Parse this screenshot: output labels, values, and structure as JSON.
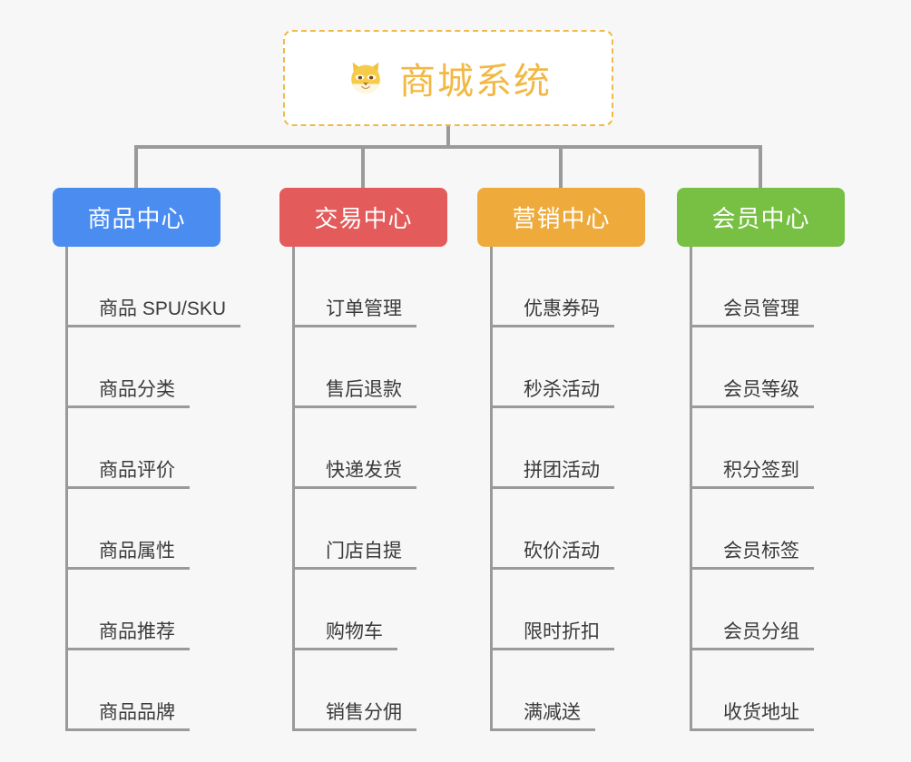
{
  "root": {
    "title": "商城系统",
    "icon": "shiba-dog-face-icon",
    "border_color": "#f0b949",
    "text_color": "#f2b843",
    "background": "#ffffff"
  },
  "page": {
    "background": "#f7f7f7",
    "connector_color": "#9a9a9a"
  },
  "categories": [
    {
      "label": "商品中心",
      "color": "#4a8cf0",
      "items": [
        "商品 SPU/SKU",
        "商品分类",
        "商品评价",
        "商品属性",
        "商品推荐",
        "商品品牌"
      ]
    },
    {
      "label": "交易中心",
      "color": "#e35b5b",
      "items": [
        "订单管理",
        "售后退款",
        "快递发货",
        "门店自提",
        "购物车",
        "销售分佣"
      ]
    },
    {
      "label": "营销中心",
      "color": "#eeab3c",
      "items": [
        "优惠券码",
        "秒杀活动",
        "拼团活动",
        "砍价活动",
        "限时折扣",
        "满减送"
      ]
    },
    {
      "label": "会员中心",
      "color": "#77c043",
      "items": [
        "会员管理",
        "会员等级",
        "积分签到",
        "会员标签",
        "会员分组",
        "收货地址"
      ]
    }
  ]
}
